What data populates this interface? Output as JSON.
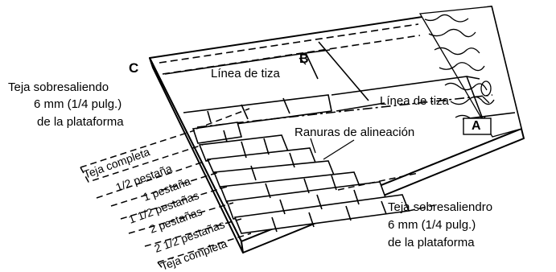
{
  "labels": {
    "corner_c": "C",
    "corner_b": "B",
    "corner_a": "A",
    "chalk_line_top": "Línea de tiza",
    "chalk_line_right": "Línea de tiza",
    "alignment_notches": "Ranuras de alineación",
    "overhang_left": [
      "Teja sobresaliendo",
      "6 mm (1/4 pulg.)",
      "de la plataforma"
    ],
    "overhang_right": [
      "Teja sobresaliendro",
      "6 mm (1/4 pulg.)",
      "de la plataforma"
    ],
    "course_1": "Teja completa",
    "course_2": "1/2 pestaña",
    "course_3": "1 pestaña",
    "course_4": "1 1/2 pestañas",
    "course_5": "2 pestañas",
    "course_6": "2 1/2 pestañas",
    "course_7": "Teja completa"
  }
}
